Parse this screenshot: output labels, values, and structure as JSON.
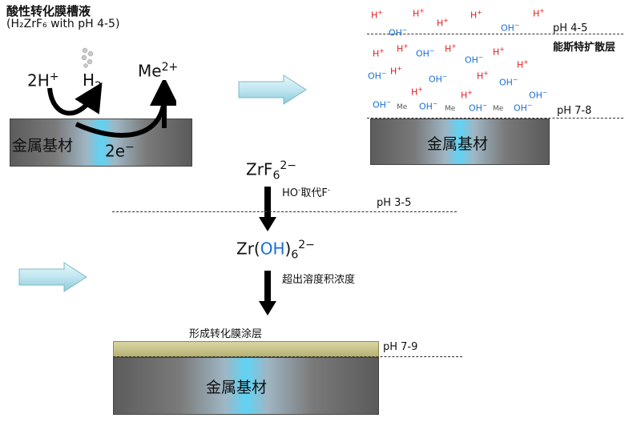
{
  "title": "酸性转化膜槽液",
  "subtitle": "(H₂ZrF₆ with pH 4-5)",
  "reaction": {
    "h_ions": "2H",
    "h_ions_sup": "+",
    "h2": "H",
    "h2_sub": "2",
    "me": "Me",
    "me_sup": "2+",
    "electrons": "2e",
    "electrons_sup": "−"
  },
  "substrate_label": "金属基材",
  "right_panel": {
    "ph_top": "pH 4-5",
    "diffusion_layer": "能斯特扩散层",
    "ph_bottom": "pH 7-8",
    "h_label": "H",
    "h_sup": "+",
    "oh_label": "OH",
    "oh_sup": "−",
    "me_label": "Me",
    "substrate_label": "金属基材"
  },
  "process": {
    "zrf6": "ZrF",
    "zrf6_sub": "6",
    "zrf6_sup": "2−",
    "step1_a": "HO",
    "step1_sup": "-",
    "step1_b": "取代F",
    "step1_sup2": "-",
    "ph_mid": "pH 3-5",
    "zr": "Zr(",
    "oh": "OH",
    "zr_close": ")",
    "zr_sub": "6",
    "zr_sup": "2−",
    "step2": "超出溶度积浓度",
    "coating_label": "形成转化膜涂层",
    "ph_final": "pH 7-9",
    "substrate_label": "金属基材"
  }
}
